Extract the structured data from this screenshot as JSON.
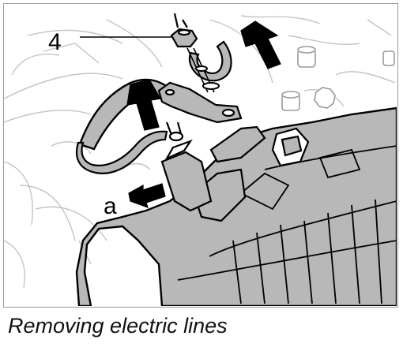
{
  "figure": {
    "callouts": [
      {
        "id": "4",
        "text": "4"
      },
      {
        "id": "a",
        "text": "a"
      }
    ]
  },
  "caption": {
    "text": "Removing electric lines"
  },
  "colors": {
    "frame_border": "#9a9a9a",
    "component_shading": "#b8b8b8",
    "line_art": "#000000",
    "sketch_lines": "#c4c4c4",
    "background": "#ffffff"
  }
}
